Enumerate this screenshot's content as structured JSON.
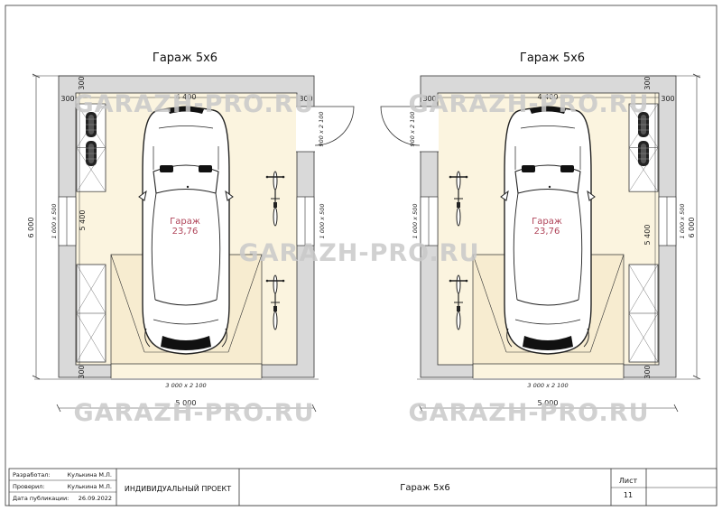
{
  "plans": [
    {
      "title": "Гараж 5х6",
      "room_name": "Гараж",
      "room_area": "23,76",
      "dim_width_total": "5 000",
      "dim_depth_total": "6 000",
      "dim_inner_width": "4 400",
      "dim_inner_depth": "5 400",
      "dim_wall_tl": "300",
      "dim_wall_tr": "300",
      "dim_wall_lt": "300",
      "dim_wall_lb": "300",
      "window_1": "1 000 х 500",
      "window_2": "1 000 х 500",
      "door": "900 х 2 100",
      "gate": "3 000 х 2 100"
    },
    {
      "title": "Гараж 5х6",
      "room_name": "Гараж",
      "room_area": "23,76",
      "dim_width_total": "5 000",
      "dim_depth_total": "6 000",
      "dim_inner_width": "4 400",
      "dim_inner_depth": "5 400",
      "dim_wall_tl": "300",
      "dim_wall_tr": "300",
      "dim_wall_lt": "300",
      "dim_wall_lb": "300",
      "window_1": "1 000 х 500",
      "window_2": "1 000 х 500",
      "door": "900 х 2 100",
      "gate": "3 000 х 2 100"
    }
  ],
  "watermark": "GARAZH-PRO.RU",
  "title_block": {
    "developed_label": "Разработал:",
    "developed_name": "Кулькина М.Л.",
    "checked_label": "Проверил:",
    "checked_name": "Кулькина М.Л.",
    "date_label": "Дата публикации:",
    "date_value": "26.09.2022",
    "project_type": "ИНДИВИДУАЛЬНЫЙ ПРОЕКТ",
    "drawing_title": "Гараж 5х6",
    "sheet_label": "Лист",
    "sheet_number": "11"
  },
  "colors": {
    "floor": "#fbf4df",
    "wall": "#d9d9d9",
    "line": "#333333",
    "watermark": "#c9c9c9",
    "room_label": "#b0455a"
  }
}
